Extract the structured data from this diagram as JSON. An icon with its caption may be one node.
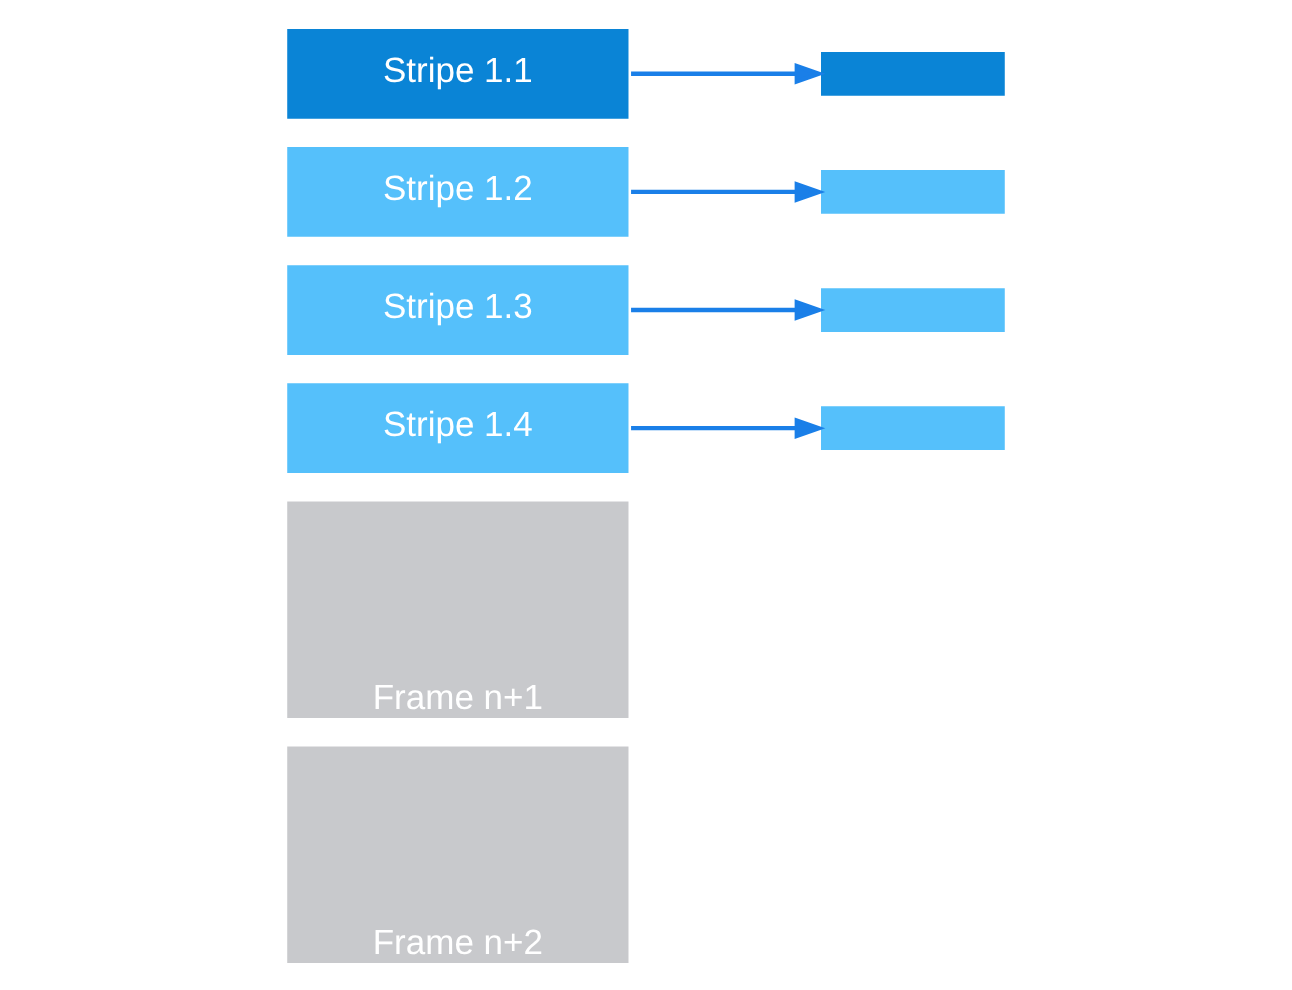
{
  "diagram": {
    "nodes": [
      {
        "text": [
          "Stripe 1.1"
        ]
      },
      {
        "text": [
          "Stripe 1.2"
        ]
      },
      {
        "text": [
          "Stripe 1.3"
        ]
      },
      {
        "text": [
          "Stripe 1.4"
        ]
      },
      {
        "text": [],
        "shape": "box"
      },
      {
        "text": [],
        "shape": "box"
      },
      {
        "text": [],
        "shape": "box"
      },
      {
        "text": [],
        "shape": "box"
      },
      {
        "text": [
          "Frame n+1"
        ]
      },
      {
        "text": [
          "Frame n+2"
        ]
      }
    ],
    "edges": [
      {
        "from": 0,
        "to": 4,
        "arrow": "to"
      },
      {
        "from": 1,
        "to": 5,
        "arrow": "to"
      },
      {
        "from": 2,
        "to": 6,
        "arrow": "to"
      },
      {
        "from": 3,
        "to": 7,
        "arrow": "to"
      }
    ]
  }
}
